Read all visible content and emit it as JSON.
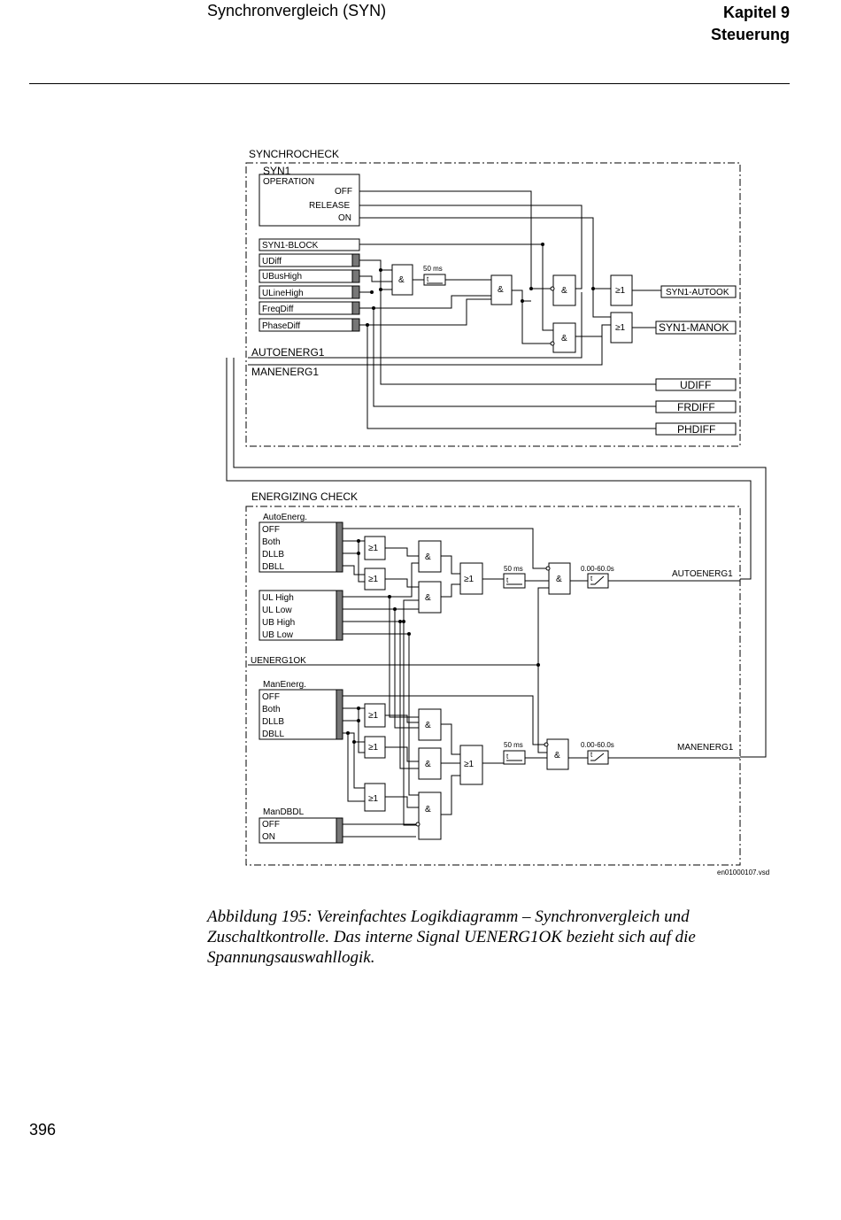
{
  "header": {
    "section": "Synchronvergleich (SYN)",
    "chapter": "Kapitel 9",
    "chapter_title": "Steuerung"
  },
  "diagram": {
    "syn": {
      "title": "SYNCHROCHECK",
      "block": "SYN1",
      "operation": "OPERATION",
      "off": "OFF",
      "release": "RELEASE",
      "on": "ON",
      "inputs": [
        "SYN1-BLOCK",
        "UDiff",
        "UBusHigh",
        "ULineHigh",
        "FreqDiff",
        "PhaseDiff"
      ],
      "autoenerg": "AUTOENERG1",
      "manenerg": "MANENERG1",
      "timer": "50 ms",
      "t": "t",
      "and": "&",
      "or": "≥1",
      "out_auto": "SYN1-AUTOOK",
      "out_man": "SYN1-MANOK",
      "outputs": [
        "UDIFF",
        "FRDIFF",
        "PHDIFF"
      ]
    },
    "energ": {
      "title": "ENERGIZING CHECK",
      "auto_title": "AutoEnerg.",
      "mode_rows": [
        "OFF",
        "Both",
        "DLLB",
        "DBLL"
      ],
      "volt_rows": [
        "UL High",
        "UL Low",
        "UB High",
        "UB Low"
      ],
      "uenerg": "UENERG1OK",
      "man_title": "ManEnerg.",
      "dbdl_title": "ManDBDL",
      "dbdl_rows": [
        "OFF",
        "ON"
      ],
      "timer": "50 ms",
      "delay": "0.00-60.0s",
      "out_auto": "AUTOENERG1",
      "out_man": "MANENERG1"
    },
    "file": "en01000107.vsd"
  },
  "caption": {
    "lead": "Abbildung 195:",
    "text": "Vereinfachtes Logikdiagramm – Synchronvergleich und Zuschaltkontrolle. Das interne Signal UENERG1OK bezieht sich auf die Spannungsauswahllogik."
  },
  "page_number": "396"
}
